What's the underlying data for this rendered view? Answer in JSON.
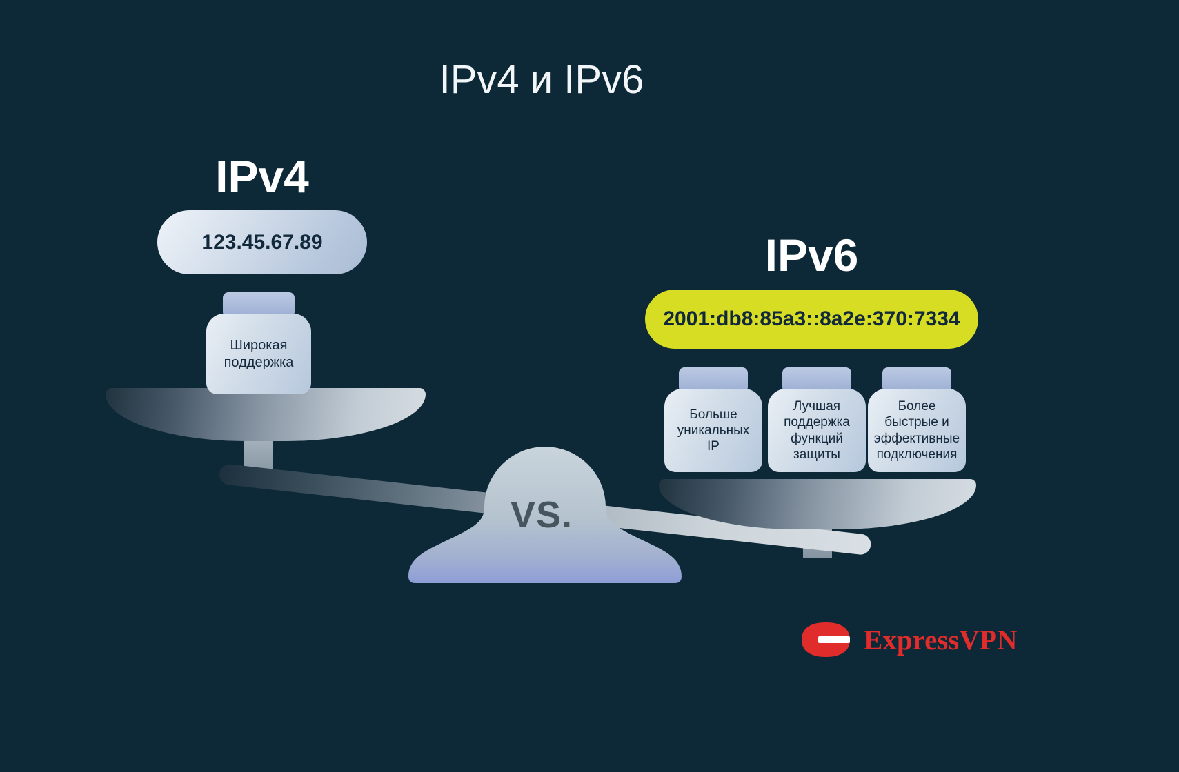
{
  "title": "IPv4 и IPv6",
  "versus": "VS.",
  "ipv4": {
    "heading": "IPv4",
    "address": "123.45.67.89",
    "weights": [
      {
        "label": "Широкая поддержка"
      }
    ]
  },
  "ipv6": {
    "heading": "IPv6",
    "address": "2001:db8:85a3::8a2e:370:7334",
    "weights": [
      {
        "label": "Больше уникальных IP"
      },
      {
        "label": "Лучшая поддержка функций защиты"
      },
      {
        "label": "Более быстрые и эффективные подключения"
      }
    ]
  },
  "brand": {
    "name": "ExpressVPN"
  },
  "colors": {
    "background": "#0d2836",
    "highlight_yellow": "#d7dd23",
    "brand_red": "#e12c2c",
    "text_light": "#f2f6f8",
    "text_dark": "#12293b"
  }
}
